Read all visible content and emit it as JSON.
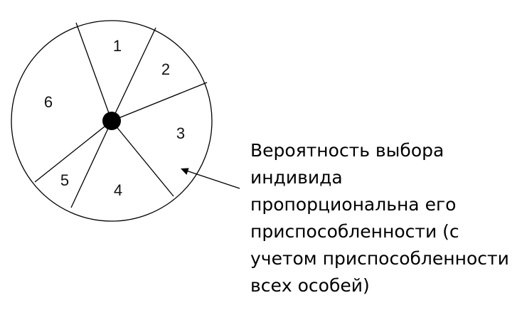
{
  "diagram": {
    "sectors": [
      {
        "label": "1"
      },
      {
        "label": "2"
      },
      {
        "label": "3"
      },
      {
        "label": "4"
      },
      {
        "label": "5"
      },
      {
        "label": "6"
      }
    ],
    "caption_lines": [
      "Вероятность выбора",
      "индивида",
      "пропорциональна его",
      "приспособленности (с",
      "учетом приспособленности",
      "всех особей)"
    ],
    "colors": {
      "stroke": "#000000",
      "hub": "#000000",
      "background": "#ffffff"
    }
  }
}
